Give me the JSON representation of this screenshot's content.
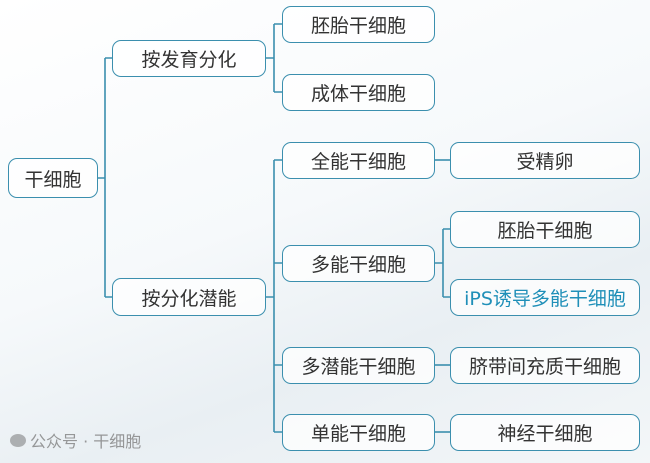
{
  "root": "干细胞",
  "branches": [
    {
      "label": "按发育分化",
      "children": [
        {
          "label": "胚胎干细胞"
        },
        {
          "label": "成体干细胞"
        }
      ]
    },
    {
      "label": "按分化潜能",
      "children": [
        {
          "label": "全能干细胞",
          "examples": [
            "受精卵"
          ]
        },
        {
          "label": "多能干细胞",
          "examples": [
            "胚胎干细胞",
            "iPS诱导多能干细胞"
          ]
        },
        {
          "label": "多潜能干细胞",
          "examples": [
            "脐带间充质干细胞"
          ]
        },
        {
          "label": "单能干细胞",
          "examples": [
            "神经干细胞"
          ]
        }
      ]
    }
  ],
  "watermark": "公众号 · 干细胞",
  "colors": {
    "line": "#3b8fae",
    "highlight": "#1f8fb8"
  }
}
